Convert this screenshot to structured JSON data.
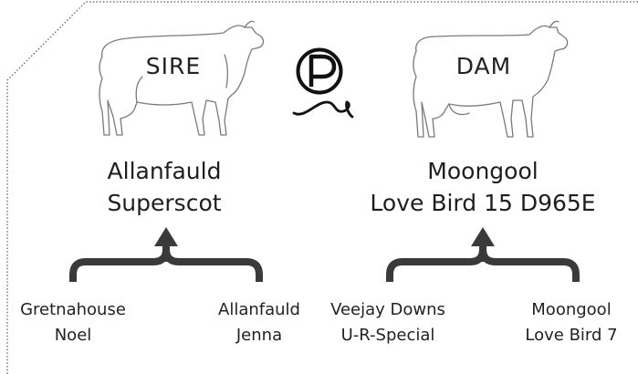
{
  "sire": {
    "label": "SIRE",
    "name_line1": "Allanfauld",
    "name_line2": "Superscot",
    "parents": [
      {
        "line1": "Gretnahouse",
        "line2": "Noel"
      },
      {
        "line1": "Allanfauld",
        "line2": "Jenna"
      }
    ]
  },
  "dam": {
    "label": "DAM",
    "name_line1": "Moongool",
    "name_line2": "Love Bird 15 D965E",
    "parents": [
      {
        "line1": "Veejay Downs",
        "line2": "U-R-Special"
      },
      {
        "line1": "Moongool",
        "line2": "Love Bird 7"
      }
    ]
  },
  "logo": {
    "letter": "P",
    "icon": "polled-p-icon"
  },
  "colors": {
    "ink": "#1e1e1e",
    "outline": "#888888",
    "arrow": "#3a3a3a",
    "border": "#555555"
  }
}
